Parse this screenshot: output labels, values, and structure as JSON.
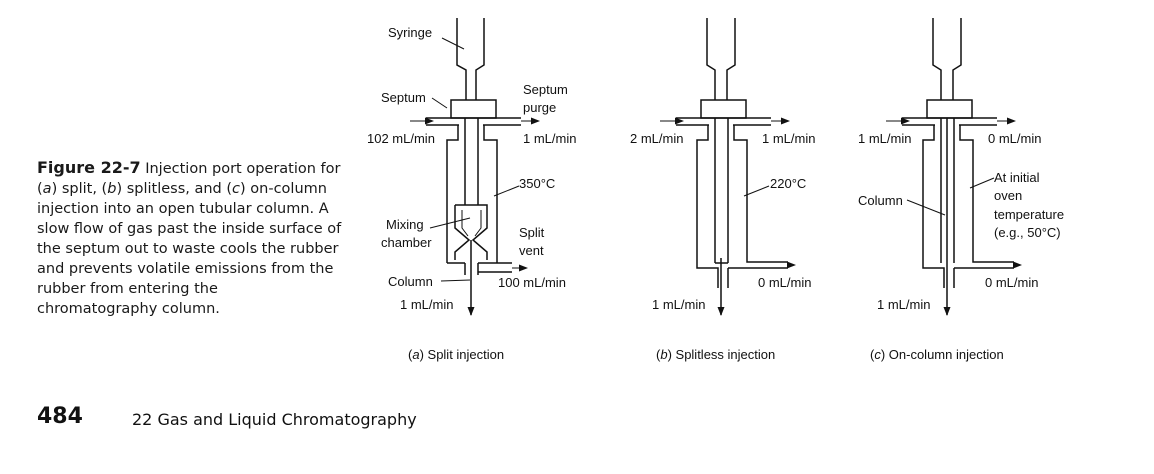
{
  "caption": {
    "figure_label": "Figure 22-7",
    "text_before_a": "Injection port operation for (",
    "letter_a": "a",
    "text_after_a": ") split, (",
    "letter_b": "b",
    "text_after_b": ") splitless, and (",
    "letter_c": "c",
    "text_after_c": ") on-column injection into an open tubular column. A slow flow of gas past the inside surface of the septum out to waste cools the rubber and prevents volatile emissions from the rubber from entering the chromatography column."
  },
  "panel_a": {
    "syringe": "Syringe",
    "septum": "Septum",
    "septum_purge_1": "Septum",
    "septum_purge_2": "purge",
    "inlet_flow": "102 mL/min",
    "purge_flow": "1 mL/min",
    "temperature": "350°C",
    "mixing_1": "Mixing",
    "mixing_2": "chamber",
    "split_vent_1": "Split",
    "split_vent_2": "vent",
    "column": "Column",
    "split_flow": "100 mL/min",
    "column_flow": "1 mL/min",
    "title_paren_open": "(",
    "title_letter": "a",
    "title_rest": ") Split injection"
  },
  "panel_b": {
    "inlet_flow": "2 mL/min",
    "purge_flow": "1 mL/min",
    "temperature": "220°C",
    "vent_flow": "0 mL/min",
    "column_flow": "1 mL/min",
    "title_paren_open": "(",
    "title_letter": "b",
    "title_rest": ") Splitless injection"
  },
  "panel_c": {
    "inlet_flow": "1 mL/min",
    "purge_flow": "0 mL/min",
    "column": "Column",
    "temp_1": "At initial",
    "temp_2": "oven",
    "temp_3": "temperature",
    "temp_4": "(e.g., 50°C)",
    "vent_flow": "0 mL/min",
    "column_flow": "1 mL/min",
    "title_paren_open": "(",
    "title_letter": "c",
    "title_rest": ") On-column injection"
  },
  "footer": {
    "page_number": "484",
    "chapter": "22  Gas and Liquid Chromatography"
  }
}
